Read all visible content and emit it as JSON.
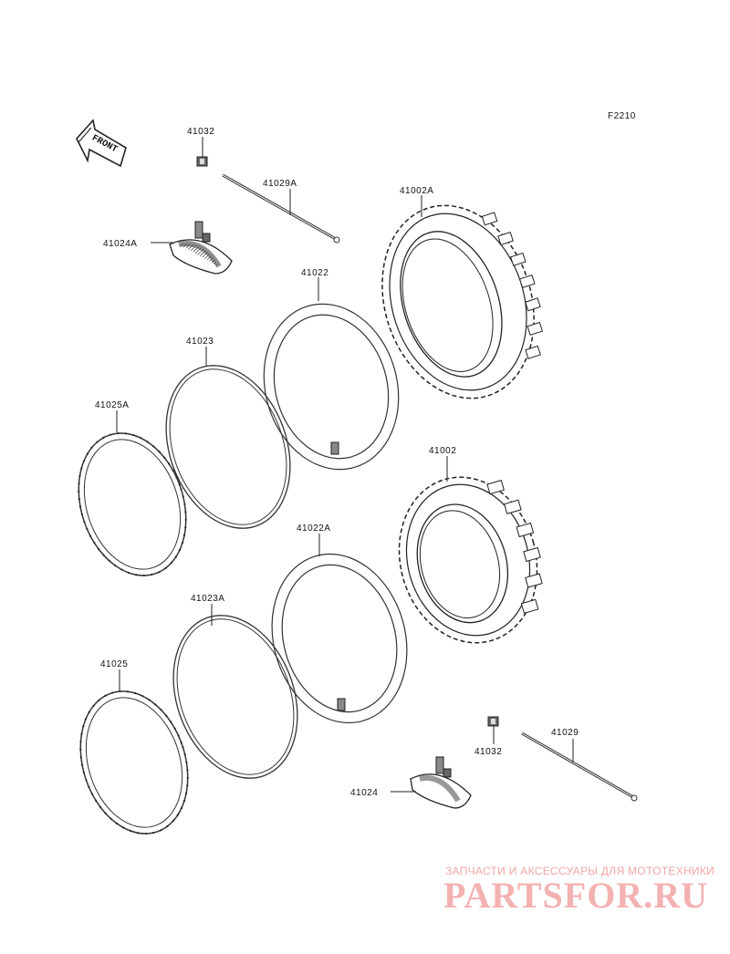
{
  "diagram_code": "F2210",
  "front_label": "FRONT",
  "labels": {
    "p41032_top": "41032",
    "p41029A": "41029A",
    "p41002A": "41002A",
    "p41024A": "41024A",
    "p41022": "41022",
    "p41023": "41023",
    "p41025A": "41025A",
    "p41002": "41002",
    "p41022A": "41022A",
    "p41023A": "41023A",
    "p41025": "41025",
    "p41029": "41029",
    "p41032_bottom": "41032",
    "p41024": "41024"
  },
  "watermark": {
    "tagline": "ЗАПЧАСТИ И АКСЕССУАРЫ ДЛЯ МОТОТЕХНИКИ",
    "logo_text": "PARTSFOR.RU"
  }
}
